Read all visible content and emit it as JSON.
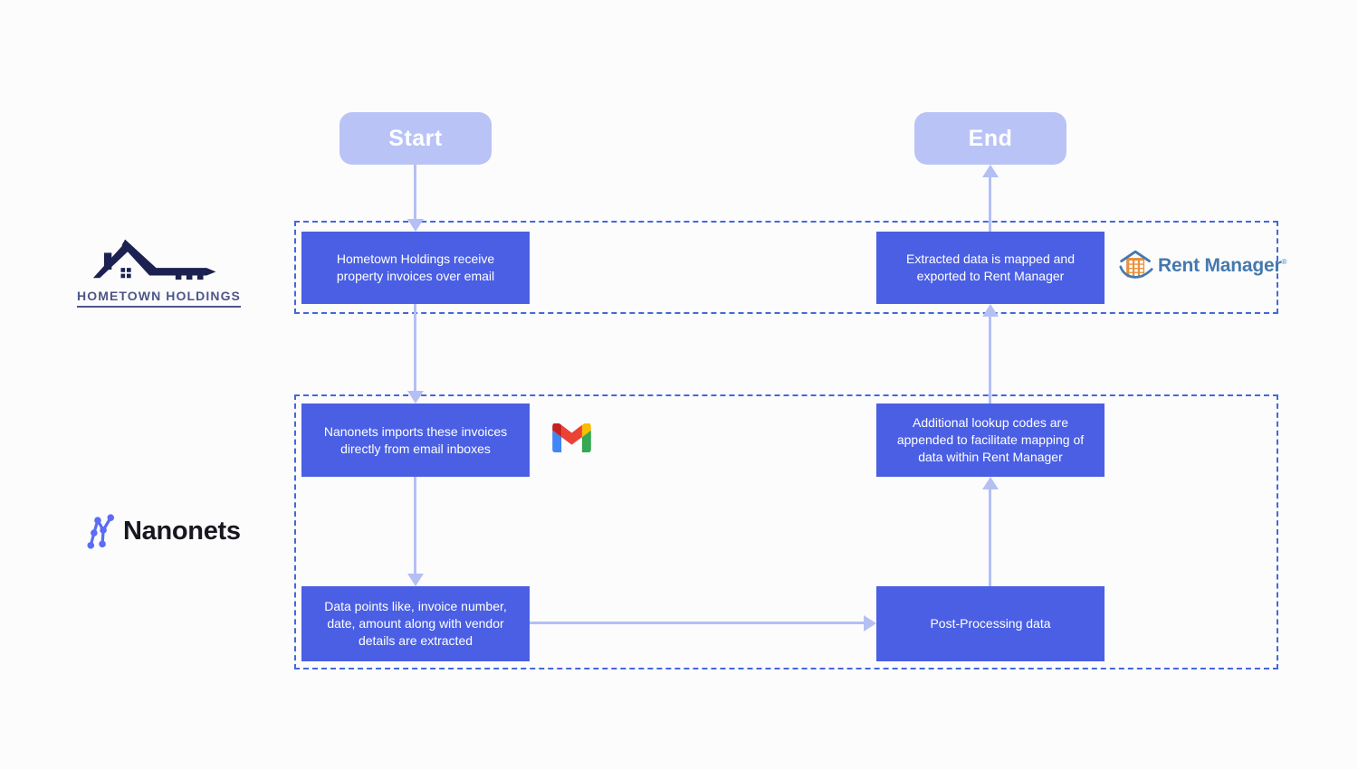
{
  "colors": {
    "node_fill": "#4a5fe3",
    "node_text": "#ffffff",
    "terminal_fill": "#b9c3f6",
    "arrow": "#b4bff4",
    "lane_border": "#4468db",
    "hometown_navy": "#1b2150",
    "hometown_text": "#4d5787",
    "nanonets_accent": "#5b6cf5",
    "nanonets_text": "#17171f",
    "rent_manager_blue": "#4579ae",
    "rent_manager_orange": "#e8913c",
    "gmail_blue": "#4285f4",
    "gmail_green": "#34a853",
    "gmail_yellow": "#fbbc04",
    "gmail_red": "#ea4335",
    "gmail_dark_red": "#c5221f"
  },
  "flow": {
    "start_label": "Start",
    "end_label": "End",
    "boxes": [
      {
        "id": "receive-invoices",
        "text": "Hometown Holdings receive property invoices over email"
      },
      {
        "id": "extracted-mapped",
        "text": "Extracted data is mapped and exported to Rent Manager"
      },
      {
        "id": "imports-invoices",
        "text": "Nanonets imports these invoices directly from email inboxes"
      },
      {
        "id": "lookup-codes",
        "text": "Additional lookup codes are appended to facilitate mapping of data within Rent Manager"
      },
      {
        "id": "data-points",
        "text": "Data points like, invoice number, date, amount along with vendor details are extracted"
      },
      {
        "id": "post-processing",
        "text": "Post-Processing data"
      }
    ]
  },
  "logos": {
    "hometown_holdings": {
      "label": "HOMETOWN HOLDINGS"
    },
    "nanonets": {
      "label": "Nanonets"
    },
    "rent_manager": {
      "label": "Rent Manager",
      "registered_mark": "®"
    }
  }
}
